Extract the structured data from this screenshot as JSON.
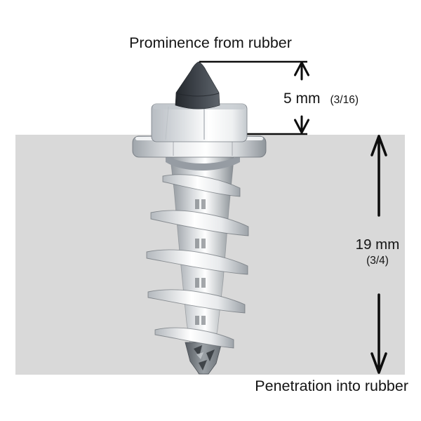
{
  "colors": {
    "background": "#ffffff",
    "rubber": "#d9d9d9",
    "line": "#0e0e0e",
    "text": "#141414"
  },
  "labels": {
    "title": "Prominence from rubber",
    "bottom": "Penetration into rubber"
  },
  "dimensions": {
    "prominence": {
      "value": "5 mm",
      "fraction": "(3/16)"
    },
    "penetration": {
      "value": "19 mm",
      "fraction": "(3/4)"
    }
  },
  "figure": {
    "subject": "screw-in-tire-stud",
    "parts": [
      "carbide-tip-cone",
      "hex-nut-head",
      "flange-washer",
      "threaded-shank",
      "rubber-block"
    ]
  }
}
